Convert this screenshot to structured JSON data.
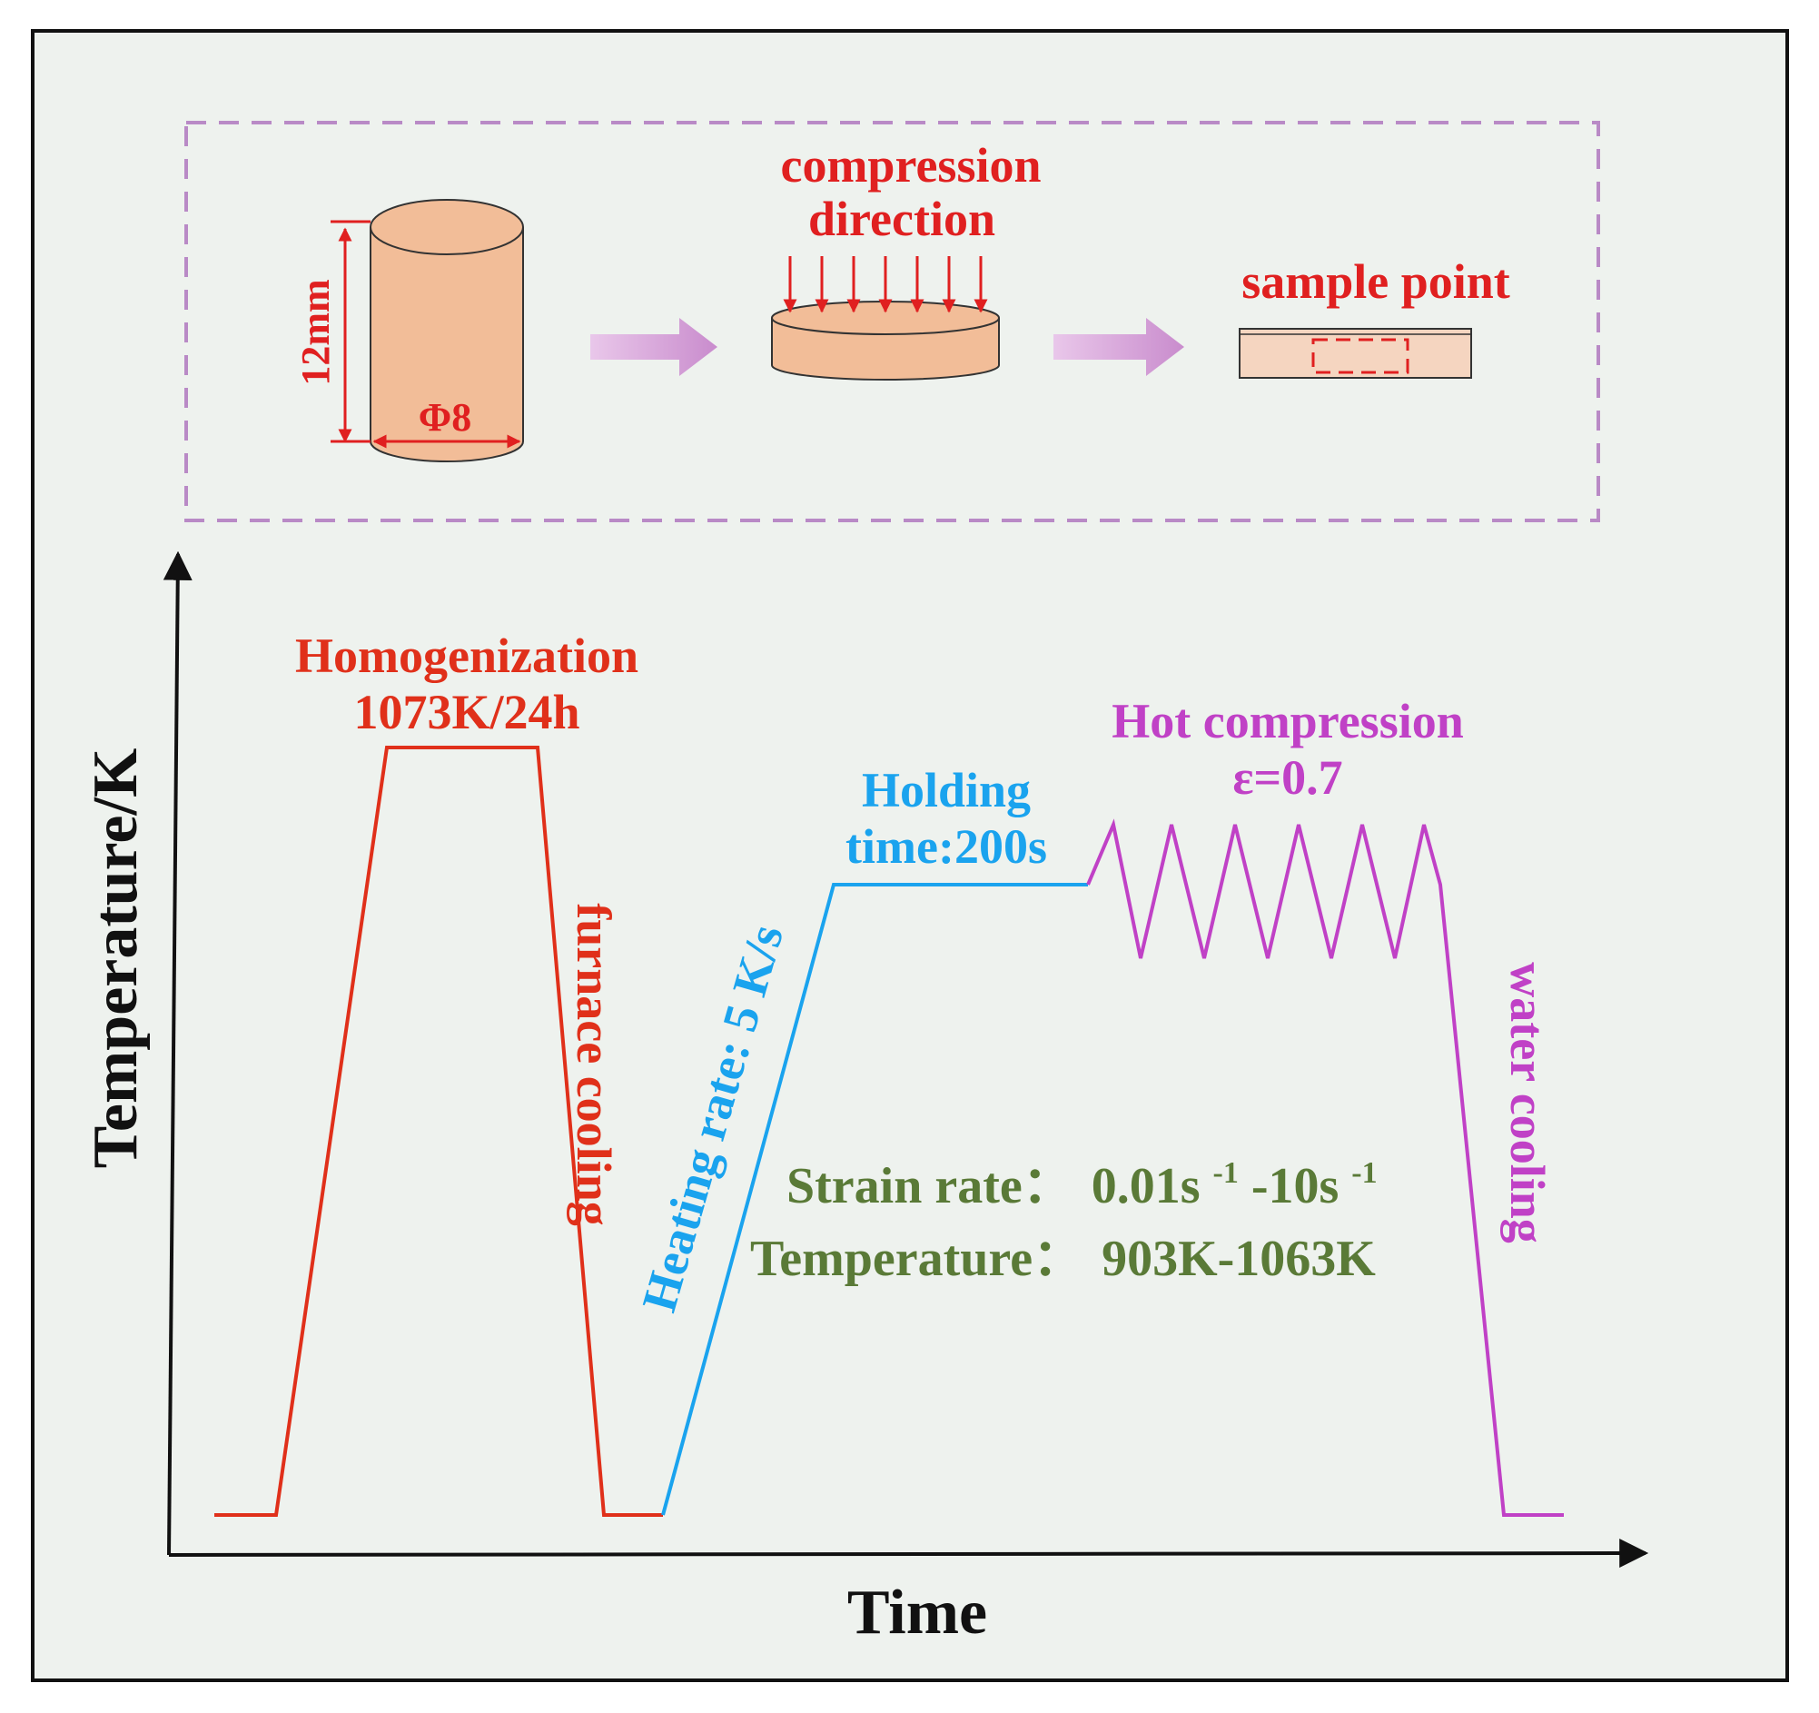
{
  "colors": {
    "panel_bg": "#eef2ee",
    "border": "#111111",
    "dashed_box": "#b98ac6",
    "sample_fill": "#f2bd98",
    "sample_light": "#f5d5c0",
    "red": "#e02020",
    "homogenization": "#e0301a",
    "holding": "#1aa3ee",
    "hot_compression": "#c041c6",
    "params": "#5a7a37",
    "arrow": "#d8a6dc",
    "axis": "#111111"
  },
  "top": {
    "height_label": "12mm",
    "diameter_label": "Φ8",
    "compression_line1": "compression",
    "compression_line2": "direction",
    "sample_point": "sample point"
  },
  "chart": {
    "ylabel": "Temperature/K",
    "xlabel": "Time",
    "homogenization_line1": "Homogenization",
    "homogenization_line2": "1073K/24h",
    "furnace_cooling": "furnace cooling",
    "heating_rate": "Heating rate: 5 K/s",
    "holding_line1": "Holding",
    "holding_line2": "time:200s",
    "hot_compression_line1": "Hot compression",
    "hot_compression_line2": "ε=0.7",
    "water_cooling": "water cooling",
    "strain_rate_label": "Strain rate：",
    "strain_rate_value": "0.01s",
    "strain_rate_exp1": "-1",
    "strain_rate_sep": "-10s",
    "strain_rate_exp2": "-1",
    "temperature_label": "Temperature：",
    "temperature_value": "903K-1063K"
  }
}
